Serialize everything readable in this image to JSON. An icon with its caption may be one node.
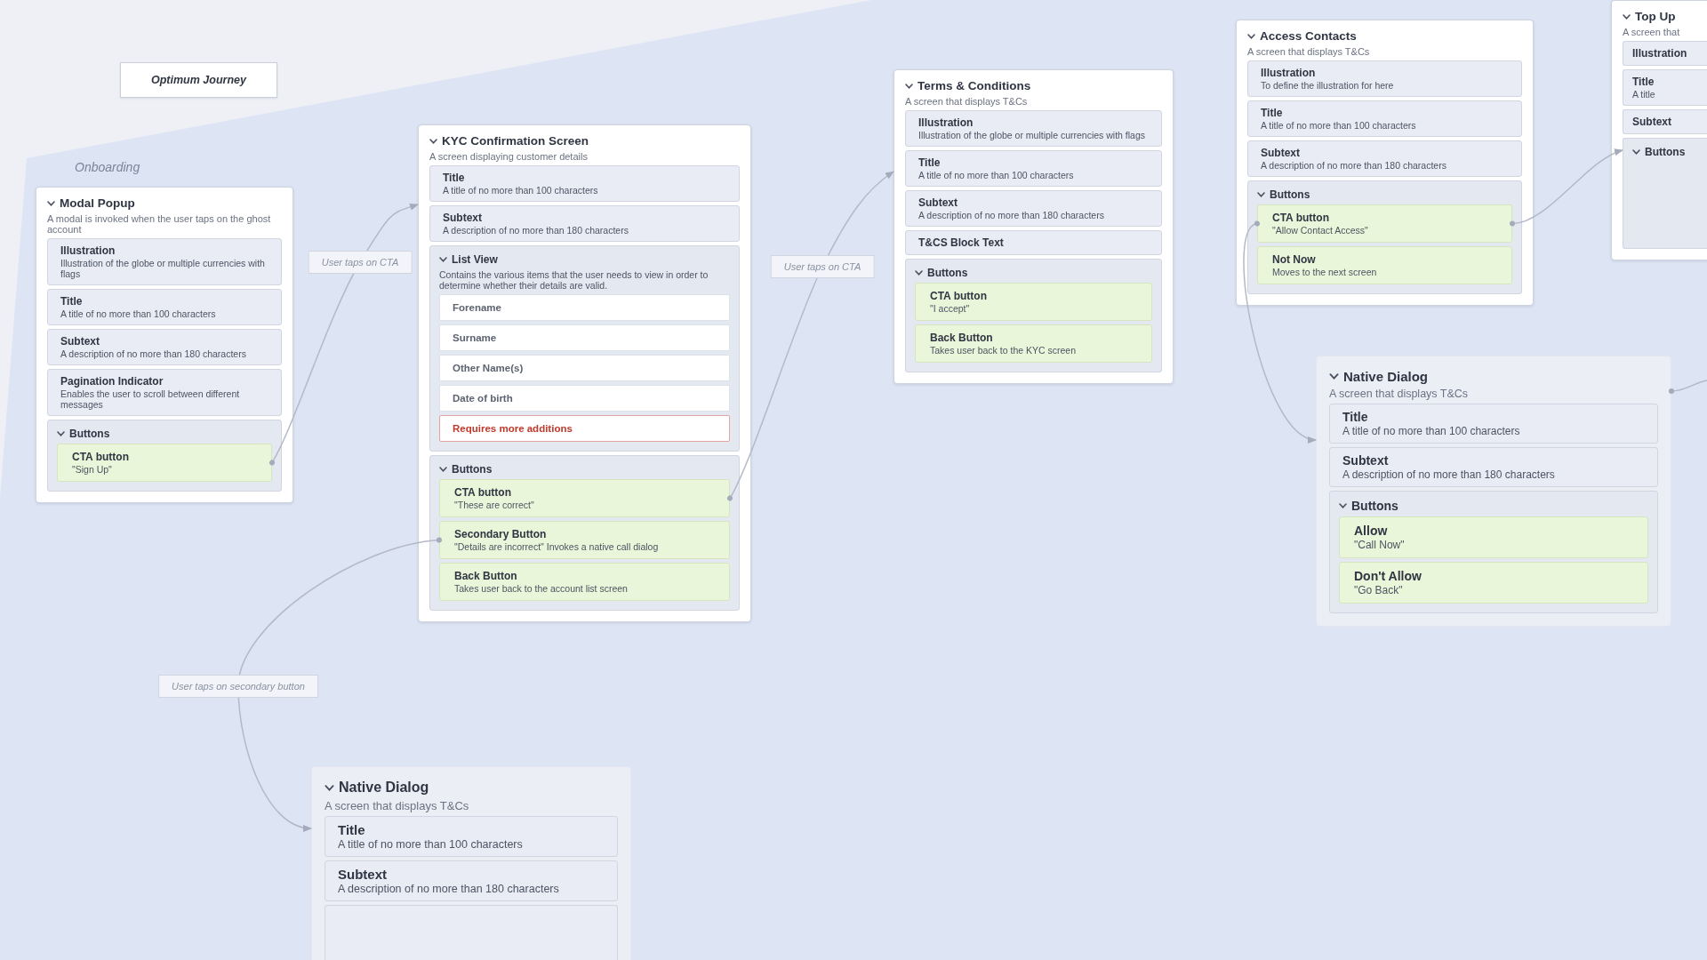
{
  "diagram": {
    "title": "Optimum Journey",
    "nodes": [
      {
        "text": [
          "Onboarding"
        ]
      },
      {
        "text": [
          "Modal Popup",
          "A modal is invoked when the user taps on the ghost account"
        ],
        "in": 0
      },
      {
        "text": [
          "Illustration",
          "Illustration of the globe or multiple currencies with flags"
        ],
        "in": 1
      },
      {
        "text": [
          "Title",
          "A title of no more than 100 characters"
        ],
        "in": 1
      },
      {
        "text": [
          "Subtext",
          "A description of no more than 180 characters"
        ],
        "in": 1
      },
      {
        "text": [
          "Pagination Indicator",
          "Enables the user to scroll between different messages"
        ],
        "in": 1
      },
      {
        "text": [
          "Buttons"
        ],
        "in": 1
      },
      {
        "text": [
          "CTA button",
          "\"Sign Up\""
        ],
        "in": 6
      },
      {
        "text": [
          "KYC Confirmation Screen",
          "A screen displaying customer details"
        ],
        "in": 0
      },
      {
        "text": [
          "Title",
          "A title of no more than 100 characters"
        ],
        "in": 8
      },
      {
        "text": [
          "Subtext",
          "A description of no more than 180 characters"
        ],
        "in": 8
      },
      {
        "text": [
          "List View",
          "Contains the various items that the user needs to view in order to determine whether their details are valid."
        ],
        "in": 8
      },
      {
        "text": [
          "Forename"
        ],
        "in": 11
      },
      {
        "text": [
          "Surname"
        ],
        "in": 11
      },
      {
        "text": [
          "Other Name(s)"
        ],
        "in": 11
      },
      {
        "text": [
          "Date of birth"
        ],
        "in": 11
      },
      {
        "text": [
          "Requires more additions"
        ],
        "in": 11
      },
      {
        "text": [
          "Buttons"
        ],
        "in": 8
      },
      {
        "text": [
          "CTA button",
          "\"These are correct\""
        ],
        "in": 17
      },
      {
        "text": [
          "Secondary Button",
          "\"Details are incorrect\" Invokes a native call dialog"
        ],
        "in": 17
      },
      {
        "text": [
          "Back Button",
          "Takes user back to the account list screen"
        ],
        "in": 17
      },
      {
        "text": [
          "Terms & Conditions",
          "A screen that displays T&Cs"
        ],
        "in": 0
      },
      {
        "text": [
          "Illustration",
          "Illustration of the globe or multiple currencies with flags"
        ],
        "in": 21
      },
      {
        "text": [
          "Title",
          "A title of no more than 100 characters"
        ],
        "in": 21
      },
      {
        "text": [
          "Subtext",
          "A description of no more than 180 characters"
        ],
        "in": 21
      },
      {
        "text": [
          "T&CS Block Text"
        ],
        "in": 21
      },
      {
        "text": [
          "Buttons"
        ],
        "in": 21
      },
      {
        "text": [
          "CTA button",
          "\"I accept\""
        ],
        "in": 26
      },
      {
        "text": [
          "Back Button",
          "Takes user back to the KYC screen"
        ],
        "in": 26
      },
      {
        "text": [
          "Access Contacts",
          "A screen that displays T&Cs"
        ],
        "in": 0
      },
      {
        "text": [
          "Illustration",
          "To define the illustration for here"
        ],
        "in": 29
      },
      {
        "text": [
          "Title",
          "A title of no more than 100 characters"
        ],
        "in": 29
      },
      {
        "text": [
          "Subtext",
          "A description of no more than 180 characters"
        ],
        "in": 29
      },
      {
        "text": [
          "Buttons"
        ],
        "in": 29
      },
      {
        "text": [
          "CTA button",
          "\"Allow Contact Access\""
        ],
        "in": 33
      },
      {
        "text": [
          "Not Now",
          "Moves to the next screen"
        ],
        "in": 33
      },
      {
        "text": [
          "Top Up",
          "A screen that"
        ],
        "in": 0
      },
      {
        "text": [
          "Illustration"
        ],
        "in": 36
      },
      {
        "text": [
          "Title",
          "A title"
        ],
        "in": 36
      },
      {
        "text": [
          "Subtext"
        ],
        "in": 36
      },
      {
        "text": [
          "Buttons"
        ],
        "in": 36
      },
      {
        "text": [
          "Native Dialog",
          "A screen that displays T&Cs"
        ],
        "in": 0
      },
      {
        "text": [
          "Title",
          "A title of no more than 100 characters"
        ],
        "in": 41
      },
      {
        "text": [
          "Subtext",
          "A description of no more than 180 characters"
        ],
        "in": 41
      },
      {
        "text": [
          "Buttons"
        ],
        "in": 41
      },
      {
        "text": [
          "Allow",
          "\"Call Now\""
        ],
        "in": 44
      },
      {
        "text": [
          "Don't Allow",
          "\"Go Back\""
        ],
        "in": 44
      },
      {
        "text": [
          "Native Dialog",
          "A screen that displays T&Cs"
        ],
        "in": 0
      },
      {
        "text": [
          "Title",
          "A title of no more than 100 characters"
        ],
        "in": 47
      },
      {
        "text": [
          "Subtext",
          "A description of no more than 180 characters"
        ],
        "in": 47
      },
      {
        "text": [],
        "shape": "box",
        "in": 47
      }
    ],
    "edges": [
      {
        "from": 7,
        "to": 8,
        "arrow": "to",
        "label": "User taps on CTA"
      },
      {
        "from": 18,
        "to": 21,
        "arrow": "to",
        "label": "User taps on CTA"
      },
      {
        "from": 19,
        "to": 47,
        "arrow": "to",
        "label": "User taps on secondary button"
      },
      {
        "from": 34,
        "to": 41,
        "arrow": "to"
      },
      {
        "from": 34,
        "to": 40,
        "arrow": "to"
      },
      {
        "from": 41,
        "to": null,
        "arrow": "other"
      }
    ]
  }
}
